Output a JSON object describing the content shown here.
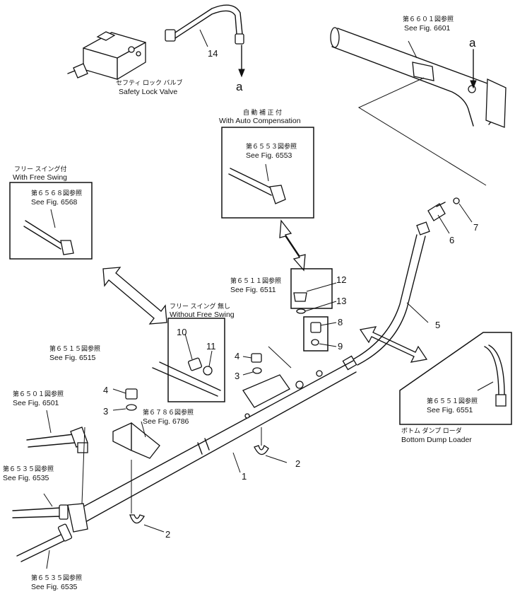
{
  "refs": {
    "safety_lock_jp": "セフティ ロック バルブ",
    "safety_lock_en": "Safety Lock Valve",
    "fig6601_jp": "第６６０１図参照",
    "fig6601_en": "See Fig. 6601",
    "auto_comp_jp": "自 動 補 正 付",
    "auto_comp_en": "With Auto Compensation",
    "fig6553_jp": "第６５５３図参照",
    "fig6553_en": "See Fig. 6553",
    "free_swing_jp": "フリー スイング付",
    "free_swing_en": "With Free Swing",
    "fig6568_jp": "第６５６８図参照",
    "fig6568_en": "See Fig. 6568",
    "fig6511_jp": "第６５１１図参照",
    "fig6511_en": "See Fig. 6511",
    "no_free_swing_jp": "フリー スイング 無し",
    "no_free_swing_en": "Without Free Swing",
    "fig6515_jp": "第６５１５図参照",
    "fig6515_en": "See Fig. 6515",
    "fig6501_jp": "第６５０１図参照",
    "fig6501_en": "See Fig. 6501",
    "fig6786_jp": "第６７８６図参照",
    "fig6786_en": "See Fig. 6786",
    "fig6535a_jp": "第６５３５図参照",
    "fig6535a_en": "See Fig. 6535",
    "fig6535b_jp": "第６５３５図参照",
    "fig6535b_en": "See Fig. 6535",
    "fig6551_jp": "第６５５１図参照",
    "fig6551_en": "See Fig. 6551",
    "bottom_dump_jp": "ボトム ダンプ ローダ",
    "bottom_dump_en": "Bottom Dump Loader"
  },
  "connection_marks": {
    "a1": "a",
    "a2": "a"
  },
  "parts": {
    "p1": "1",
    "p2a": "2",
    "p2b": "2",
    "p3a": "3",
    "p3b": "3",
    "p4a": "4",
    "p4b": "4",
    "p5": "5",
    "p6": "6",
    "p7": "7",
    "p8": "8",
    "p9": "9",
    "p10": "10",
    "p11": "11",
    "p12": "12",
    "p13": "13",
    "p14": "14"
  }
}
